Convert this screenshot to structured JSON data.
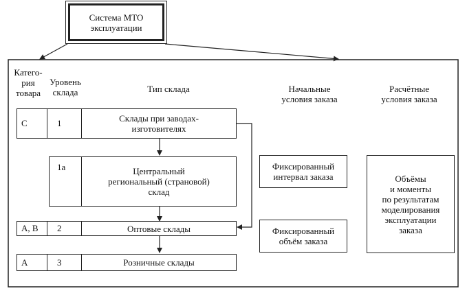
{
  "title": {
    "line1": "Система МТО",
    "line2": "эксплуатации"
  },
  "headers": {
    "category": [
      "Катего-",
      "рия",
      "товара"
    ],
    "level": [
      "Уровень",
      "склада"
    ],
    "type": "Тип склада",
    "initial": [
      "Начальные",
      "условия заказа"
    ],
    "calculated": [
      "Расчётные",
      "условия заказа"
    ]
  },
  "rows": [
    {
      "category": "C",
      "level": "1",
      "type": [
        "Склады при заводах-",
        "изготовителях"
      ]
    },
    {
      "category": "",
      "level": "1а",
      "type": [
        "Центральный",
        "региональный (страновой)",
        "склад"
      ]
    },
    {
      "category": "А, В",
      "level": "2",
      "type": [
        "Оптовые склады"
      ]
    },
    {
      "category": "А",
      "level": "3",
      "type": [
        "Розничные склады"
      ]
    }
  ],
  "initial_conditions": [
    [
      "Фиксированный",
      "интервал заказа"
    ],
    [
      "Фиксированный",
      "объём заказа"
    ]
  ],
  "calculated_conditions": [
    "Объёмы",
    "и моменты",
    "по результатам",
    "моделирования",
    "эксплуатации",
    "заказа"
  ]
}
